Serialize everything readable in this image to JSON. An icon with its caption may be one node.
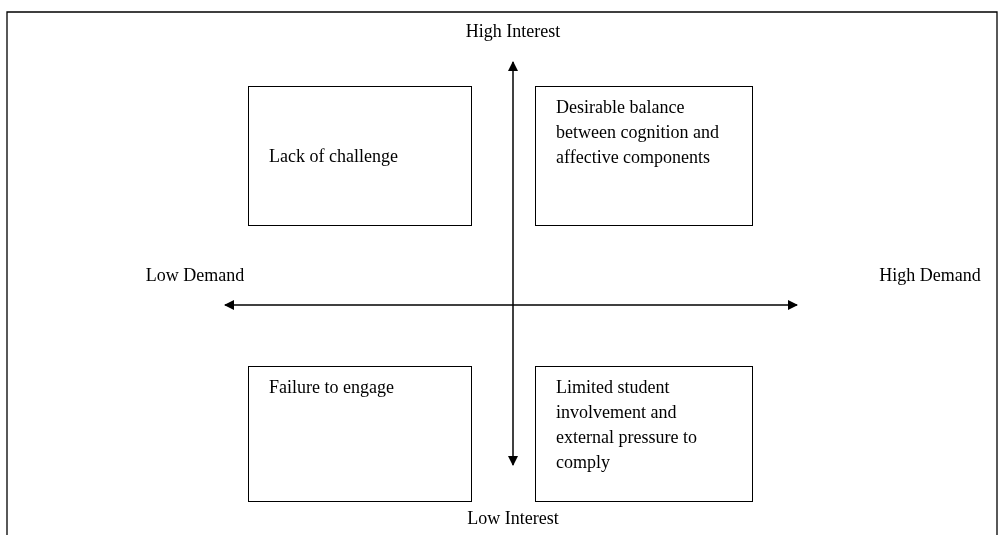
{
  "diagram": {
    "nodes": [
      {
        "text": [
          "Lack of challenge"
        ]
      },
      {
        "text": [
          "Desirable balance between cognition and affective components"
        ]
      },
      {
        "text": [
          "Failure to engage"
        ]
      },
      {
        "text": [
          "Limited student involvement and external pressure to comply"
        ]
      }
    ],
    "labels": [
      "High Interest",
      "Low Demand",
      "High Demand",
      "Low Interest"
    ]
  }
}
